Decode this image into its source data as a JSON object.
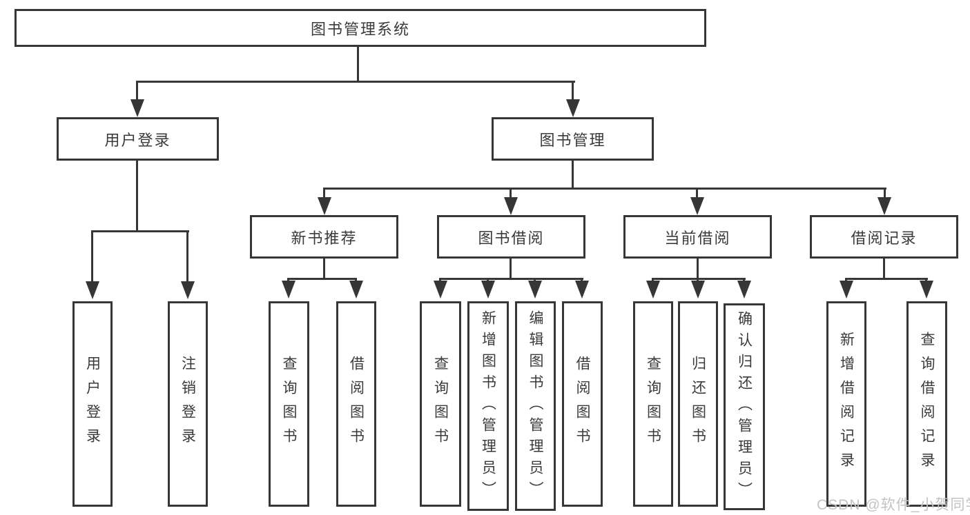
{
  "diagram": {
    "type": "tree",
    "root": {
      "label": "图书管理系统"
    },
    "branches": [
      {
        "label": "用户登录",
        "children": [
          "用户登录",
          "注销登录"
        ]
      },
      {
        "label": "图书管理",
        "children": [
          {
            "label": "新书推荐",
            "children": [
              "查询图书",
              "借阅图书"
            ]
          },
          {
            "label": "图书借阅",
            "children": [
              "查询图书",
              "新增图书（管理员）",
              "编辑图书（管理员）",
              "借阅图书"
            ]
          },
          {
            "label": "当前借阅",
            "children": [
              "查询图书",
              "归还图书",
              "确认归还（管理员）"
            ]
          },
          {
            "label": "借阅记录",
            "children": [
              "新增借阅记录",
              "查询借阅记录"
            ]
          }
        ]
      }
    ],
    "colors": {
      "line": "#363636",
      "text": "#3a3a3a",
      "box_background": "#ffffff",
      "page_background": "#ffffff",
      "watermark": "#c3c3c3"
    }
  },
  "watermark": {
    "text": "CSDN @软件_小贺同学"
  }
}
